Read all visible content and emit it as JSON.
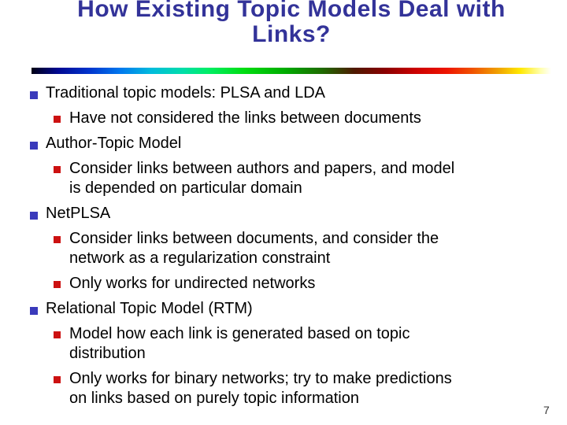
{
  "slide": {
    "title": {
      "line1": "How Existing Topic Models Deal with",
      "line2": "Links?"
    },
    "bullets": [
      {
        "level": 1,
        "lines": [
          "Traditional topic models: PLSA and LDA"
        ]
      },
      {
        "level": 2,
        "lines": [
          "Have not considered the links between documents"
        ]
      },
      {
        "level": 1,
        "lines": [
          "Author-Topic Model"
        ]
      },
      {
        "level": 2,
        "lines": [
          "Consider links between authors and papers, and model",
          "is depended on particular domain"
        ]
      },
      {
        "level": 1,
        "lines": [
          "NetPLSA"
        ]
      },
      {
        "level": 2,
        "lines": [
          "Consider links between documents, and consider the",
          "network as a regularization constraint"
        ]
      },
      {
        "level": 2,
        "lines": [
          "Only works for undirected networks"
        ]
      },
      {
        "level": 1,
        "lines": [
          "Relational Topic Model (RTM)"
        ]
      },
      {
        "level": 2,
        "lines": [
          "Model how each link is generated based on topic",
          "distribution"
        ]
      },
      {
        "level": 2,
        "lines": [
          "Only works for binary networks; try to make predictions",
          "on links based on purely topic information"
        ]
      }
    ],
    "page_number": "7",
    "colors": {
      "title_text": "#333399",
      "body_text": "#000000",
      "bullet_level1": "#3a3abb",
      "bullet_level2": "#cc1111",
      "divider_gradient": [
        "#000014",
        "#0033cc",
        "#00bbdd",
        "#00ee66",
        "#00aa00",
        "#4d1a00",
        "#cc0000",
        "#f0a500",
        "#ffe800",
        "#ffffff"
      ]
    }
  }
}
